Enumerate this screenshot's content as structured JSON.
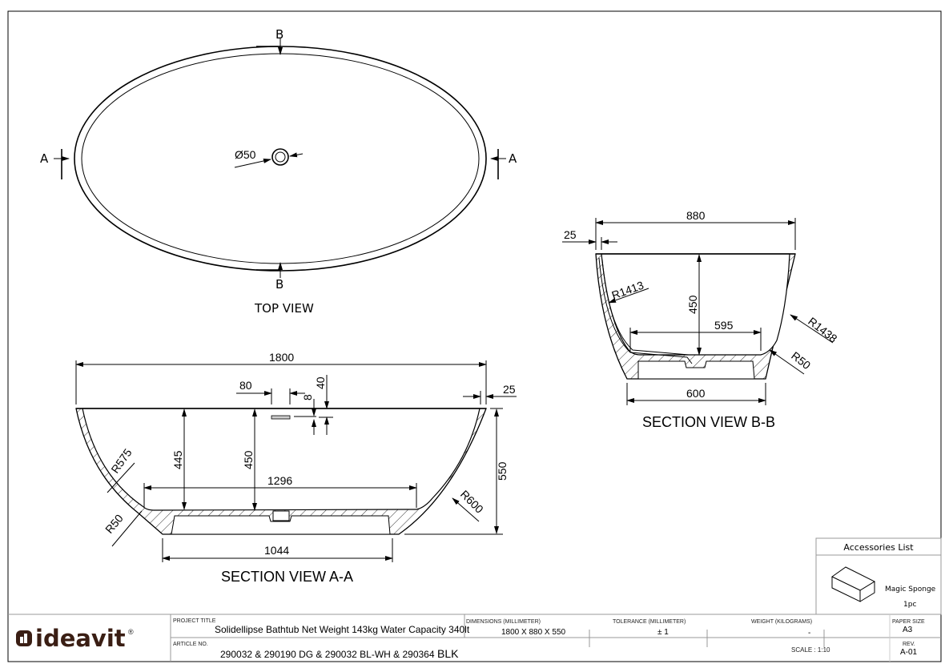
{
  "views": {
    "top": {
      "title": "TOP VIEW",
      "section_a": "A",
      "section_b": "B",
      "drain": "Ø50"
    },
    "section_aa": {
      "title": "SECTION VIEW A-A",
      "dims": {
        "length": "1800",
        "wall": "25",
        "slot_width": "80",
        "slot_height": "8",
        "slot_depth": "40",
        "inner_depth_1": "445",
        "inner_depth_2": "450",
        "height": "550",
        "floor_width": "1296",
        "base_width": "1044",
        "r_inner": "R575",
        "r_outer": "R600",
        "r_corner": "R50"
      }
    },
    "section_bb": {
      "title": "SECTION VIEW B-B",
      "dims": {
        "width": "880",
        "wall": "25",
        "depth": "450",
        "floor_width": "595",
        "base_width": "600",
        "r_inner": "R1413",
        "r_outer": "R1438",
        "r_corner": "R50"
      }
    }
  },
  "accessories": {
    "title": "Accessories List",
    "item": "Magic Sponge",
    "qty": "1pc"
  },
  "title_block": {
    "brand": "ideavit",
    "registered": "®",
    "project_title_label": "PROJECT TITLE",
    "project_title": "Solidellipse Bathtub Net Weight 143kg Water Capacity 340lt",
    "article_label": "ARTICLE NO.",
    "article_no": "290032 & 290190 DG & 290032 BL-WH & 290364",
    "article_suffix": "BLK",
    "dimensions_label": "DIMENSIONS (MILLIMETER)",
    "dimensions": "1800 X 880 X 550",
    "tolerance_label": "TOLERANCE (MILLIMETER)",
    "tolerance": "± 1",
    "weight_label": "WEIGHT (KILOGRAMS)",
    "weight": "-",
    "scale": "SCALE : 1:10",
    "paper_size_label": "PAPER SIZE",
    "paper_size": "A3",
    "rev_label": "REV.",
    "rev": "A-01"
  }
}
